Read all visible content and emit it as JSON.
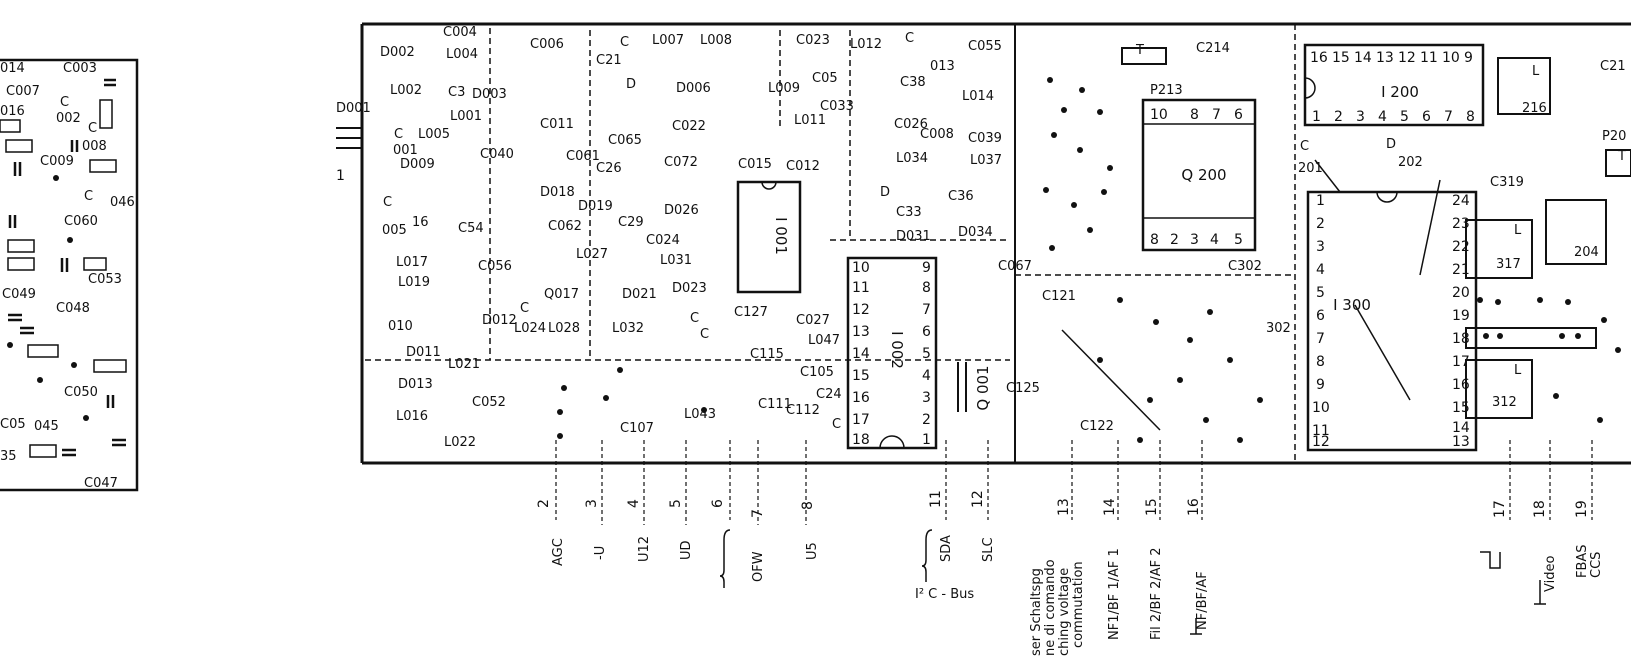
{
  "left_fragment_labels": [
    "014",
    "C003",
    "C007",
    "016",
    "C",
    "002",
    "C",
    "008",
    "C009",
    "C",
    "046",
    "C060",
    "C053",
    "C049",
    "C048",
    "C050",
    "C05",
    "045",
    "35",
    "C047"
  ],
  "component_labels": [
    "C004",
    "D002",
    "L004",
    "C006",
    "C",
    "C21",
    "L007",
    "L008",
    "C023",
    "L012",
    "C",
    "C055",
    "D001",
    "L002",
    "C3",
    "D003",
    "D",
    "D006",
    "L009",
    "C05",
    "C033",
    "C38",
    "013",
    "L014",
    "L001",
    "C011",
    "C022",
    "L011",
    "L005",
    "C061",
    "C065",
    "C026",
    "C008",
    "C039",
    "C",
    "001",
    "D009",
    "C040",
    "C26",
    "C072",
    "C015",
    "C012",
    "L034",
    "L037",
    "C",
    "16",
    "C54",
    "D018",
    "D019",
    "D026",
    "D",
    "C33",
    "C36",
    "005",
    "C062",
    "C29",
    "C024",
    "D031",
    "D034",
    "L017",
    "C056",
    "L027",
    "L031",
    "C067",
    "L019",
    "Q017",
    "D021",
    "D023",
    "C121",
    "C127",
    "C027",
    "010",
    "D012",
    "L024",
    "L028",
    "L032",
    "C",
    "C",
    "C",
    "D011",
    "L021",
    "C115",
    "L047",
    "C105",
    "D013",
    "C052",
    "C111",
    "C112",
    "C24",
    "L016",
    "L022",
    "L043",
    "C107",
    "C",
    "C125",
    "C122",
    "T",
    "C214",
    "P213",
    "C302",
    "302",
    "C21",
    "L",
    "216",
    "P20",
    "T",
    "C",
    "201",
    "D",
    "202",
    "C319",
    "317",
    "204",
    "312",
    "L",
    "L"
  ],
  "ics": {
    "i001": "I 001",
    "i002": "I 002",
    "q001": "Q 001",
    "q200": "Q 200",
    "i200": "I 200",
    "i300": "I 300"
  },
  "q200_pins_top": [
    "10",
    "8",
    "7",
    "6"
  ],
  "q200_pins_bottom": [
    "8",
    "2",
    "3",
    "4",
    "5"
  ],
  "i200_pins_top": [
    "16",
    "15",
    "14",
    "13",
    "12",
    "11",
    "10",
    "9"
  ],
  "i200_pins_bottom": [
    "1",
    "2",
    "3",
    "4",
    "5",
    "6",
    "7",
    "8"
  ],
  "i002_pins_left": [
    "10",
    "11",
    "12",
    "13",
    "14",
    "15",
    "16",
    "17",
    "18"
  ],
  "i002_pins_right": [
    "9",
    "8",
    "7",
    "6",
    "5",
    "4",
    "3",
    "2",
    "1"
  ],
  "i300_pins_left": [
    "1",
    "2",
    "3",
    "4",
    "5",
    "6",
    "7",
    "8",
    "9",
    "10",
    "11",
    "12"
  ],
  "i300_pins_right": [
    "24",
    "23",
    "22",
    "21",
    "20",
    "19",
    "18",
    "17",
    "16",
    "15",
    "14",
    "13"
  ],
  "pins": [
    {
      "num": "2",
      "label": "AGC"
    },
    {
      "num": "3",
      "label": "-U"
    },
    {
      "num": "4",
      "label": "U12"
    },
    {
      "num": "5",
      "label": "UD"
    },
    {
      "num": "6",
      "label": ""
    },
    {
      "num": "7",
      "label": ""
    },
    {
      "num": "8",
      "label": "U5"
    },
    {
      "num": "11",
      "label": "SDA"
    },
    {
      "num": "12",
      "label": "SLC"
    },
    {
      "num": "13",
      "label": ""
    },
    {
      "num": "14",
      "label": ""
    },
    {
      "num": "15",
      "label": ""
    },
    {
      "num": "16",
      "label": "NF/BF/AF"
    },
    {
      "num": "17",
      "label": ""
    },
    {
      "num": "18",
      "label": "Video"
    },
    {
      "num": "19",
      "label": "FBAS"
    }
  ],
  "group_labels": {
    "ofw": "OFW",
    "i2c": "I² C - Bus",
    "ccs": "CCS",
    "nf1": "NF1/BF 1/AF 1",
    "nf2": "Fil 2/BF 2/AF 2"
  },
  "switching_text": [
    "ser Schaltspg",
    "ne di comando",
    "ching voltage",
    "commutation"
  ],
  "left_edge_pin": "1"
}
